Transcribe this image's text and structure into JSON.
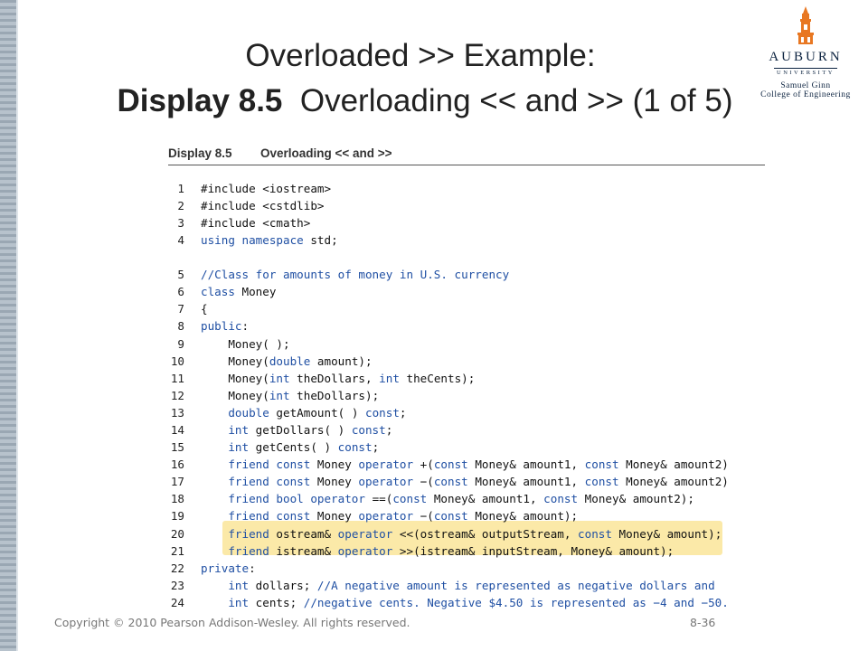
{
  "title": {
    "line1": "Overloaded >> Example:",
    "line2_bold": "Display 8.5",
    "line2_rest": "Overloading << and >> (1 of 5)"
  },
  "logo": {
    "word": "AUBURN",
    "university": "UNIVERSITY",
    "college_line1": "Samuel Ginn",
    "college_line2": "College of Engineering"
  },
  "figure": {
    "number": "Display 8.5",
    "title": "Overloading << and >>"
  },
  "code_lines": [
    {
      "n": "1",
      "segs": [
        {
          "t": "#include <iostream>",
          "k": ""
        }
      ]
    },
    {
      "n": "2",
      "segs": [
        {
          "t": "#include <cstdlib>",
          "k": ""
        }
      ]
    },
    {
      "n": "3",
      "segs": [
        {
          "t": "#include <cmath>",
          "k": ""
        }
      ]
    },
    {
      "n": "4",
      "segs": [
        {
          "t": "using namespace",
          "k": "kw"
        },
        {
          "t": " std;",
          "k": ""
        }
      ]
    },
    {
      "gap": true
    },
    {
      "n": "5",
      "segs": [
        {
          "t": "//Class for amounts of money in U.S. currency",
          "k": "cm"
        }
      ]
    },
    {
      "n": "6",
      "segs": [
        {
          "t": "class",
          "k": "kw"
        },
        {
          "t": " Money",
          "k": ""
        }
      ]
    },
    {
      "n": "7",
      "segs": [
        {
          "t": "{",
          "k": ""
        }
      ]
    },
    {
      "n": "8",
      "segs": [
        {
          "t": "public",
          "k": "kw"
        },
        {
          "t": ":",
          "k": ""
        }
      ]
    },
    {
      "n": "9",
      "segs": [
        {
          "t": "    Money( );",
          "k": ""
        }
      ]
    },
    {
      "n": "10",
      "segs": [
        {
          "t": "    Money(",
          "k": ""
        },
        {
          "t": "double",
          "k": "kw"
        },
        {
          "t": " amount);",
          "k": ""
        }
      ]
    },
    {
      "n": "11",
      "segs": [
        {
          "t": "    Money(",
          "k": ""
        },
        {
          "t": "int",
          "k": "kw"
        },
        {
          "t": " theDollars, ",
          "k": ""
        },
        {
          "t": "int",
          "k": "kw"
        },
        {
          "t": " theCents);",
          "k": ""
        }
      ]
    },
    {
      "n": "12",
      "segs": [
        {
          "t": "    Money(",
          "k": ""
        },
        {
          "t": "int",
          "k": "kw"
        },
        {
          "t": " theDollars);",
          "k": ""
        }
      ]
    },
    {
      "n": "13",
      "segs": [
        {
          "t": "    double",
          "k": "kw"
        },
        {
          "t": " getAmount( ) ",
          "k": ""
        },
        {
          "t": "const",
          "k": "kw"
        },
        {
          "t": ";",
          "k": ""
        }
      ]
    },
    {
      "n": "14",
      "segs": [
        {
          "t": "    int",
          "k": "kw"
        },
        {
          "t": " getDollars( ) ",
          "k": ""
        },
        {
          "t": "const",
          "k": "kw"
        },
        {
          "t": ";",
          "k": ""
        }
      ]
    },
    {
      "n": "15",
      "segs": [
        {
          "t": "    int",
          "k": "kw"
        },
        {
          "t": " getCents( ) ",
          "k": ""
        },
        {
          "t": "const",
          "k": "kw"
        },
        {
          "t": ";",
          "k": ""
        }
      ]
    },
    {
      "n": "16",
      "segs": [
        {
          "t": "    friend const",
          "k": "kw"
        },
        {
          "t": " Money ",
          "k": ""
        },
        {
          "t": "operator",
          "k": "kw"
        },
        {
          "t": " +(",
          "k": ""
        },
        {
          "t": "const",
          "k": "kw"
        },
        {
          "t": " Money& amount1, ",
          "k": ""
        },
        {
          "t": "const",
          "k": "kw"
        },
        {
          "t": " Money& amount2)",
          "k": ""
        }
      ]
    },
    {
      "n": "17",
      "segs": [
        {
          "t": "    friend const",
          "k": "kw"
        },
        {
          "t": " Money ",
          "k": ""
        },
        {
          "t": "operator",
          "k": "kw"
        },
        {
          "t": " −(",
          "k": ""
        },
        {
          "t": "const",
          "k": "kw"
        },
        {
          "t": " Money& amount1, ",
          "k": ""
        },
        {
          "t": "const",
          "k": "kw"
        },
        {
          "t": " Money& amount2)",
          "k": ""
        }
      ]
    },
    {
      "n": "18",
      "segs": [
        {
          "t": "    friend bool operator",
          "k": "kw"
        },
        {
          "t": " ==(",
          "k": ""
        },
        {
          "t": "const",
          "k": "kw"
        },
        {
          "t": " Money& amount1, ",
          "k": ""
        },
        {
          "t": "const",
          "k": "kw"
        },
        {
          "t": " Money& amount2);",
          "k": ""
        }
      ]
    },
    {
      "n": "19",
      "segs": [
        {
          "t": "    friend const",
          "k": "kw"
        },
        {
          "t": " Money ",
          "k": ""
        },
        {
          "t": "operator",
          "k": "kw"
        },
        {
          "t": " −(",
          "k": ""
        },
        {
          "t": "const",
          "k": "kw"
        },
        {
          "t": " Money& amount);",
          "k": ""
        }
      ]
    },
    {
      "n": "20",
      "segs": [
        {
          "t": "    friend",
          "k": "kw"
        },
        {
          "t": " ostream& ",
          "k": ""
        },
        {
          "t": "operator",
          "k": "kw"
        },
        {
          "t": " <<(ostream& outputStream, ",
          "k": ""
        },
        {
          "t": "const",
          "k": "kw"
        },
        {
          "t": " Money& amount);",
          "k": ""
        }
      ]
    },
    {
      "n": "21",
      "segs": [
        {
          "t": "    friend",
          "k": "kw"
        },
        {
          "t": " istream& ",
          "k": ""
        },
        {
          "t": "operator",
          "k": "kw"
        },
        {
          "t": " >>(istream& inputStream, Money& amount);",
          "k": ""
        }
      ]
    },
    {
      "n": "22",
      "segs": [
        {
          "t": "private",
          "k": "kw"
        },
        {
          "t": ":",
          "k": ""
        }
      ]
    },
    {
      "n": "23",
      "segs": [
        {
          "t": "    int",
          "k": "kw"
        },
        {
          "t": " dollars; ",
          "k": ""
        },
        {
          "t": "//A negative amount is represented as negative dollars and",
          "k": "cm"
        }
      ]
    },
    {
      "n": "24",
      "segs": [
        {
          "t": "    int",
          "k": "kw"
        },
        {
          "t": " cents; ",
          "k": ""
        },
        {
          "t": "//negative cents. Negative $4.50 is represented as −4 and −50.",
          "k": "cm"
        }
      ]
    }
  ],
  "footer": {
    "copyright": "Copyright © 2010 Pearson Addison-Wesley. All rights reserved.",
    "page": "8-36"
  },
  "colors": {
    "keyword": "#1f4fa3",
    "highlight": "#fbe9a8",
    "brand_navy": "#0c2340",
    "brand_orange": "#e87722"
  }
}
